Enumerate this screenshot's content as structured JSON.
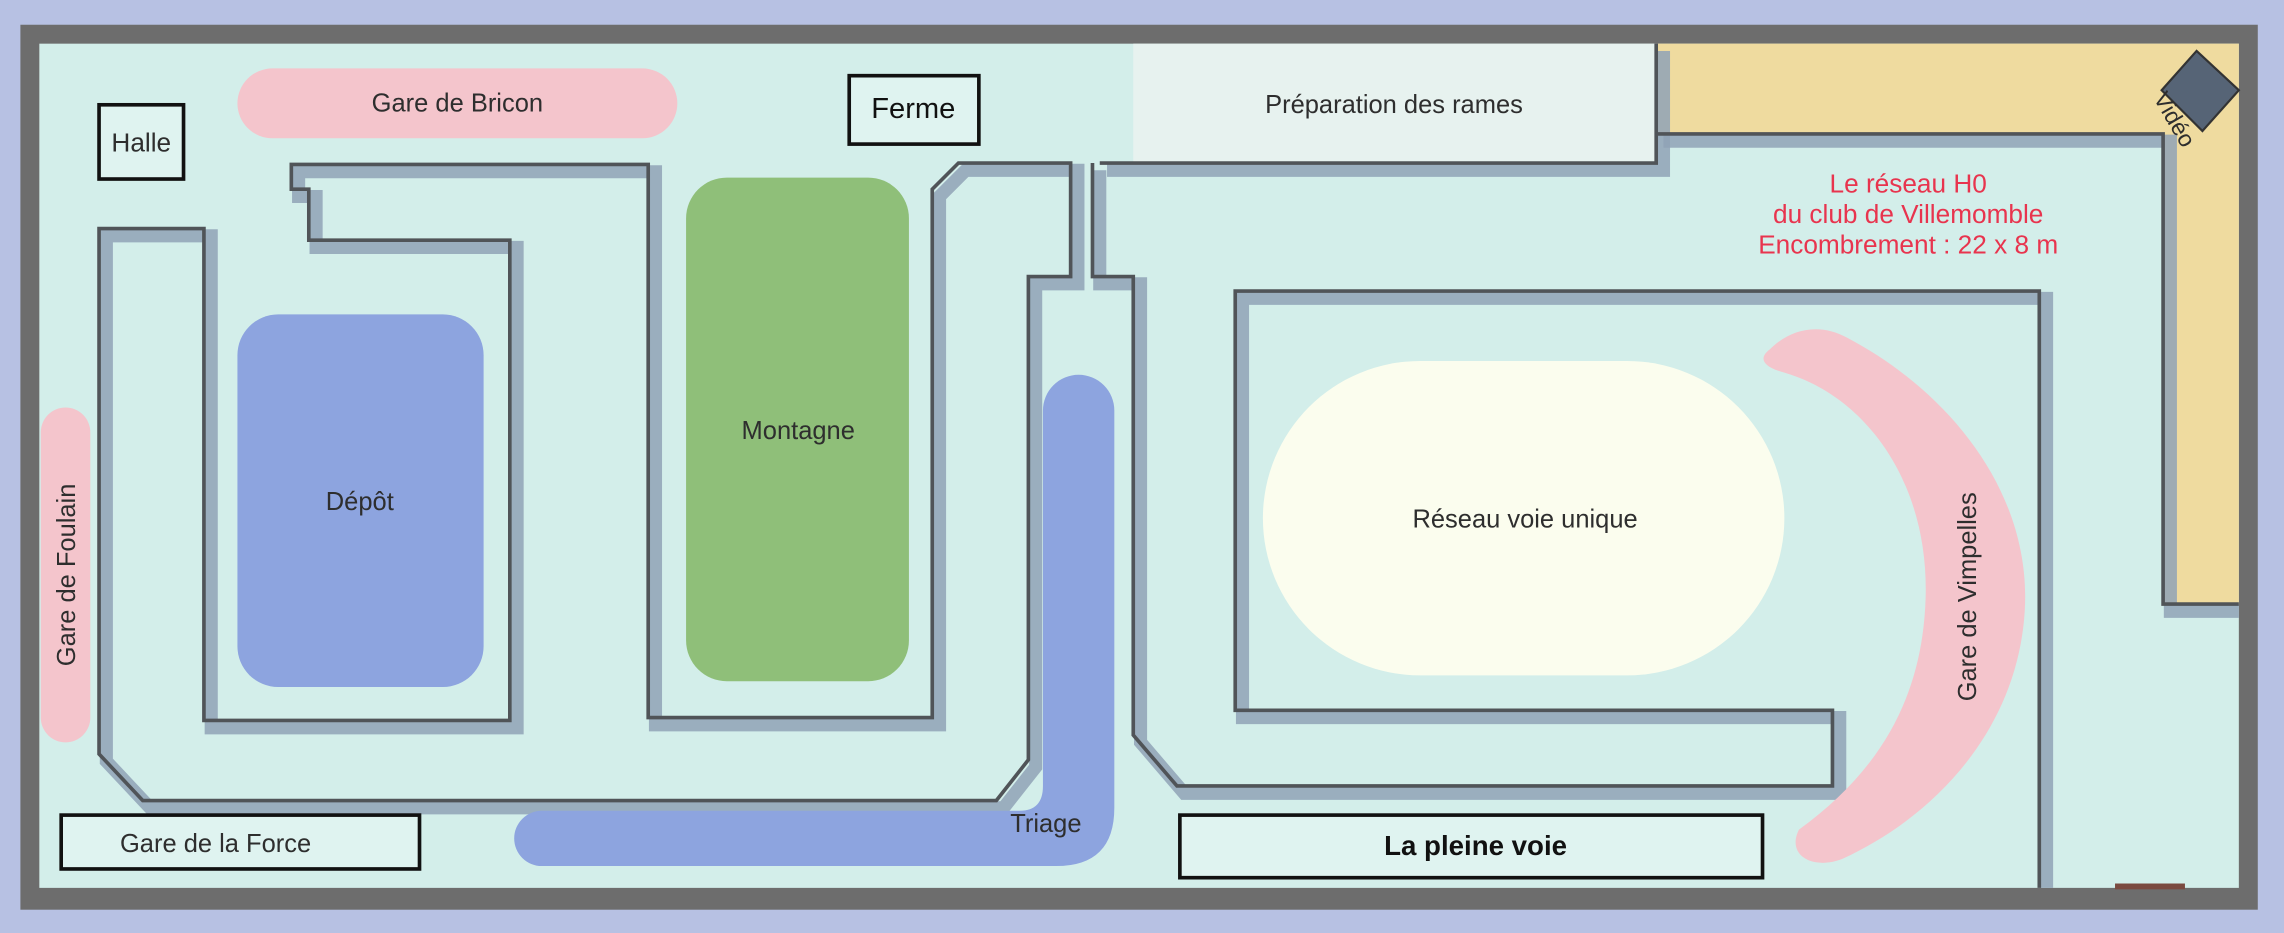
{
  "title": {
    "line1": "Le réseau H0",
    "line2": "du club de Villemomble",
    "line3": "Encombrement : 22 x 8 m"
  },
  "zones": {
    "halle": "Halle",
    "gare_bricon": "Gare de Bricon",
    "ferme": "Ferme",
    "preparation": "Préparation des rames",
    "video": "Vidéo",
    "montagne": "Montagne",
    "depot": "Dépôt",
    "gare_foulain": "Gare de Foulain",
    "reseau_voie_unique": "Réseau voie unique",
    "gare_vimpelles": "Gare de Vimpelles",
    "triage": "Triage",
    "gare_force": "Gare de la Force",
    "pleine_voie": "La pleine voie"
  },
  "colors": {
    "background": "#b7c1e3",
    "frame": "#6d6d6d",
    "floor": "#d3eeea",
    "station": "#f4c5cc",
    "depot": "#8da4df",
    "mountain": "#8fbf79",
    "single_track": "#fbfdee",
    "video": "#efdb9f",
    "preparation": "#e7f2ef",
    "title_text": "#e8344e",
    "diamond": "#566476"
  }
}
